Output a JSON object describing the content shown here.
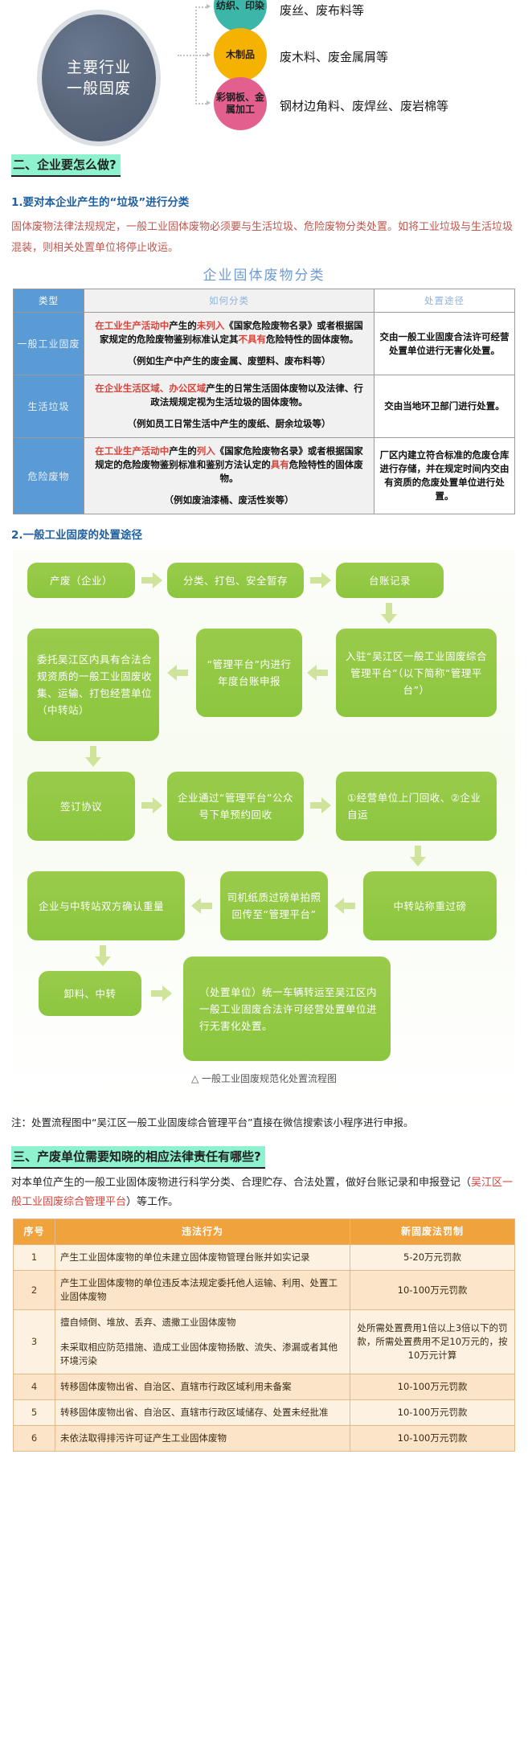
{
  "diagram": {
    "center_label": "主要行业一般固废",
    "categories": [
      {
        "name": "纺织、印染",
        "color": "#3cb6a9",
        "waste": "废丝、废布料等"
      },
      {
        "name": "木制品",
        "color": "#f5b200",
        "waste": "废木料、废金属屑等"
      },
      {
        "name": "彩钢板、金属加工",
        "color": "#e35f8e",
        "waste": "钢材边角料、废焊丝、废岩棉等"
      }
    ]
  },
  "section2": {
    "heading": "二、企业要怎么做?",
    "sub1": "1.要对本企业产生的“垃圾”进行分类",
    "para1": "固体废物法律法规规定，一般工业固体废物必须要与生活垃圾、危险废物分类处置。如将工业垃圾与生活垃圾混装，则相关处置单位将停止收运。",
    "table_title": "企业固体废物分类",
    "table_headers": [
      "类型",
      "如何分类",
      "处置途径"
    ],
    "rows": [
      {
        "type": "一般工业固废",
        "desc_a": "在工业生产活动中",
        "desc_b": "产生的",
        "desc_c": "未列入",
        "desc_d": "《国家危险废物名录》或者根据国家规定的危险废物鉴别标准认定其",
        "desc_e": "不具有",
        "desc_f": "危险特性的固体废物。",
        "example": "（例如生产中产生的废金属、废塑料、废布料等）",
        "way": "交由一般工业固废合法许可经营处置单位进行无害化处置。"
      },
      {
        "type": "生活垃圾",
        "desc_a": "在企业生活区域、办公区域",
        "desc_b": "产生的日常生活固体废物以及法律、行政法规规定视为生活垃圾的固体废物。",
        "desc_c": "",
        "desc_d": "",
        "desc_e": "",
        "desc_f": "",
        "example": "（例如员工日常生活中产生的废纸、厨余垃圾等）",
        "way": "交由当地环卫部门进行处置。"
      },
      {
        "type": "危险废物",
        "desc_a": "在工业生产活动中",
        "desc_b": "产生的",
        "desc_c": "列入",
        "desc_d": "《国家危险废物名录》或者根据国家规定的危险废物鉴别标准和鉴别方法认定的",
        "desc_e": "具有",
        "desc_f": "危险特性的固体废物。",
        "example": "（例如废油漆桶、废活性炭等）",
        "way": "厂区内建立符合标准的危废仓库进行存储，并在规定时间内交由有资质的危废处置单位进行处置。"
      }
    ],
    "sub2": "2.一般工业固废的处置途径",
    "flow": {
      "n1": "产废（企业）",
      "n2": "分类、打包、安全暂存",
      "n3": "台账记录",
      "n4": "入驻“吴江区一般工业固废综合管理平台”（以下简称“管理平台”）",
      "n5": "“管理平台”内进行年度台账申报",
      "n6": "委托吴江区内具有合法合规资质的一般工业固废收集、运输、打包经营单位（中转站）",
      "n7": "签订协议",
      "n8": "企业通过“管理平台”公众号下单预约回收",
      "n9": "①经营单位上门回收、②企业自运",
      "n10": "中转站称重过磅",
      "n11": "司机纸质过磅单拍照回传至“管理平台”",
      "n12": "企业与中转站双方确认重量",
      "n13": "卸料、中转",
      "n14": "（处置单位）统一车辆转运至吴江区内一般工业固废合法许可经营处置单位进行无害化处置。",
      "caption": "△ 一般工业固废规范化处置流程图"
    },
    "note": "注：处置流程图中“吴江区一般工业固废综合管理平台”直接在微信搜索该小程序进行申报。"
  },
  "section3": {
    "heading": "三、产废单位需要知晓的相应法律责任有哪些?",
    "para_a": "对本单位产生的一般工业固体废物进行科学分类、合理贮存、合法处置，做好台账记录和申报登记（",
    "para_link": "吴江区一般工业固废综合管理平台",
    "para_b": "）等工作。",
    "table_headers": [
      "序号",
      "违法行为",
      "新固废法罚制"
    ],
    "rows": [
      {
        "no": "1",
        "act": "产生工业固体废物的单位未建立固体废物管理台账并如实记录",
        "penalty": "5-20万元罚款"
      },
      {
        "no": "2",
        "act": "产生工业固体废物的单位违反本法规定委托他人运输、利用、处置工业固体废物",
        "penalty": "10-100万元罚款"
      },
      {
        "no": "3",
        "act": "擅自倾倒、堆放、丢弃、遗撒工业固体废物",
        "act2": "未采取相应防范措施、造成工业固体废物扬散、流失、渗漏或者其他环境污染",
        "penalty": "处所需处置费用1倍以上3倍以下的罚款，所需处置费用不足10万元的，按10万元计算"
      },
      {
        "no": "4",
        "act": "转移固体废物出省、自治区、直辖市行政区域利用未备案",
        "penalty": "10-100万元罚款"
      },
      {
        "no": "5",
        "act": "转移固体废物出省、自治区、直辖市行政区域储存、处置未经批准",
        "penalty": "10-100万元罚款"
      },
      {
        "no": "6",
        "act": "未依法取得排污许可证产生工业固体废物",
        "penalty": "10-100万元罚款"
      }
    ]
  }
}
